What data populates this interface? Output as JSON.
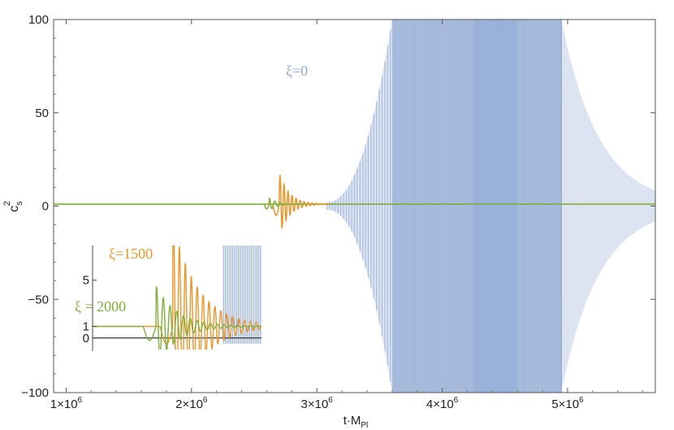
{
  "chart_data": {
    "type": "line",
    "xlabel": "t·M",
    "xlabel_sub": "Pl",
    "ylabel": "c",
    "ylabel_sub": "s",
    "ylabel_sup": "2",
    "xlim": [
      900000,
      5700000
    ],
    "ylim": [
      -100,
      100
    ],
    "grid": false,
    "x_ticks": [
      {
        "value": 1000000,
        "label": "1×10"
      },
      {
        "value": 2000000,
        "label": "2×10"
      },
      {
        "value": 3000000,
        "label": "3×10"
      },
      {
        "value": 4000000,
        "label": "4×10"
      },
      {
        "value": 5000000,
        "label": "5×10"
      }
    ],
    "x_tick_exponent": "6",
    "y_ticks": [
      {
        "value": 100,
        "label": "100"
      },
      {
        "value": 50,
        "label": "50"
      },
      {
        "value": 0,
        "label": "0"
      },
      {
        "value": -50,
        "label": "−50"
      },
      {
        "value": -100,
        "label": "−100"
      }
    ],
    "series": [
      {
        "name": "ξ=0",
        "color": "#8fa8d4",
        "description_points": [
          {
            "x": 3100000,
            "y_amplitude": 2
          },
          {
            "x": 3600000,
            "y_amplitude": 100
          },
          {
            "x": 4600000,
            "y_amplitude": 100
          },
          {
            "x": 4950000,
            "y_amplitude": 100
          },
          {
            "x": 5700000,
            "y_amplitude": 8
          }
        ]
      },
      {
        "name": "ξ=1500",
        "color": "#e8962a",
        "peaks": [
          {
            "x": 2730000,
            "y": 18
          },
          {
            "x": 2760000,
            "y": 11
          },
          {
            "x": 2790000,
            "y": 8
          },
          {
            "x": 2820000,
            "y": 6
          },
          {
            "x": 2860000,
            "y": 4
          },
          {
            "x": 2900000,
            "y": 3
          }
        ]
      },
      {
        "name": "ξ = 2000",
        "color": "#7fae3a",
        "peaks": [
          {
            "x": 2620000,
            "y": 4.5
          },
          {
            "x": 2680000,
            "y": 2
          }
        ]
      }
    ],
    "annotations": [
      {
        "text": "ξ=0",
        "color": "#8fa8d4"
      },
      {
        "text": "ξ=1500",
        "color": "#e8962a"
      },
      {
        "text": "ξ = 2000",
        "color": "#7fae3a"
      }
    ],
    "inset": {
      "ylim": [
        -1,
        8
      ],
      "y_ticks": [
        {
          "value": 5,
          "label": "5"
        },
        {
          "value": 1,
          "label": "1"
        },
        {
          "value": 0,
          "label": "0"
        }
      ]
    }
  }
}
